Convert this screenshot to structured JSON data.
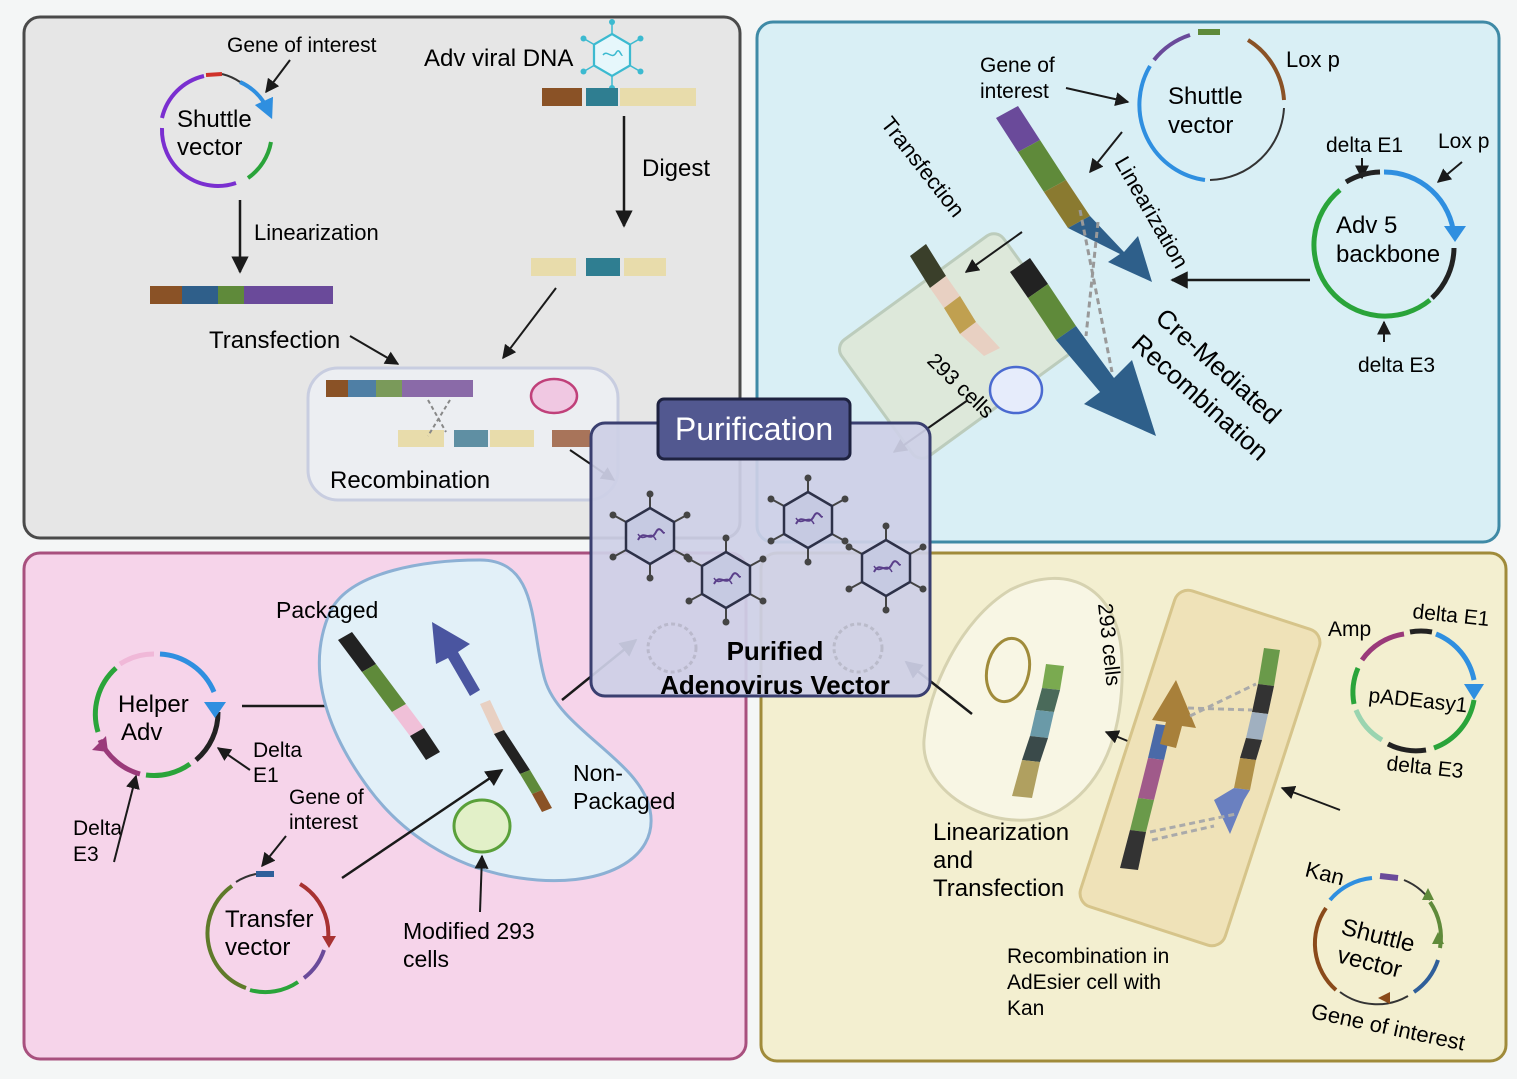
{
  "colors": {
    "panel_tl_fill": "#e6e6e6",
    "panel_tl_stroke": "#4a4a4a",
    "panel_tr_fill": "#d9eff5",
    "panel_tr_stroke": "#3f8aa6",
    "panel_bl_fill": "#f6d4ea",
    "panel_bl_stroke": "#a8507e",
    "panel_br_fill": "#f3efd0",
    "panel_br_stroke": "#a08b3a",
    "center_fill": "#cdd0e6",
    "center_stroke": "#3a3f70",
    "title_fill": "#525890",
    "title_text": "#ffffff",
    "brown": "#8a5226",
    "teal": "#2f7e91",
    "beige": "#e8dcab",
    "purple": "#6a4a9a",
    "olive": "#5f8a3a",
    "blue_arrow": "#2e5f8a",
    "green": "#2aa43a",
    "blue": "#2f8fe0",
    "dark": "#222222"
  },
  "top_left": {
    "gene_of_interest": "Gene of interest",
    "shuttle_vector": [
      "Shuttle",
      "vector"
    ],
    "adv_viral_dna": "Adv viral DNA",
    "digest": "Digest",
    "linearization": "Linearization",
    "transfection": "Transfection",
    "recombination": "Recombination"
  },
  "top_right": {
    "gene_of_interest": [
      "Gene of",
      "interest"
    ],
    "shuttle_vector": [
      "Shuttle",
      "vector"
    ],
    "lox_p_1": "Lox p",
    "lox_p_2": "Lox p",
    "delta_e1": "delta E1",
    "delta_e3": "delta E3",
    "adv5_backbone": [
      "Adv 5",
      "backbone"
    ],
    "transfection": "Transfection",
    "linearization": "Linearization",
    "cells": "293 cells",
    "cre_mediated": [
      "Cre-Mediated",
      "Recombination"
    ]
  },
  "center": {
    "title": "Purification",
    "result": [
      "Purified",
      "Adenovirus Vector"
    ]
  },
  "bottom_left": {
    "helper_adv": [
      "Helper",
      "Adv"
    ],
    "delta_e1": [
      "Delta",
      "E1"
    ],
    "delta_e3": [
      "Delta",
      "E3"
    ],
    "packaged": "Packaged",
    "non_packaged": [
      "Non-",
      "Packaged"
    ],
    "gene_of_interest": [
      "Gene of",
      "interest"
    ],
    "transfer_vector": [
      "Transfer",
      "vector"
    ],
    "modified_cells": [
      "Modified 293",
      "cells"
    ]
  },
  "bottom_right": {
    "cells": "293 cells",
    "amp": "Amp",
    "delta_e1": "delta E1",
    "delta_e3": "delta E3",
    "padeasy": "pADEasy1",
    "linearization": [
      "Linearization",
      "and",
      "Transfection"
    ],
    "recombination": [
      "Recombination in",
      "AdEsier cell with",
      "Kan"
    ],
    "kan": "Kan",
    "shuttle_vector": [
      "Shuttle",
      "vector"
    ],
    "gene_of_interest": "Gene of interest"
  }
}
